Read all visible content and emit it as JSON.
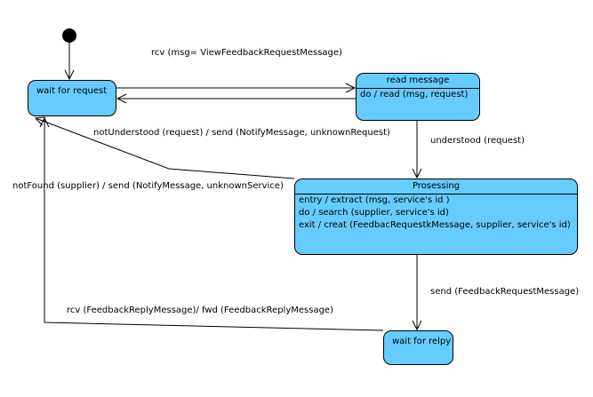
{
  "states": {
    "wait_for_request": {
      "name": "wait for request"
    },
    "read_message": {
      "name": "read message",
      "activities": [
        "do / read (msg, request)"
      ]
    },
    "processing": {
      "name": "Prosessing",
      "activities": [
        "entry / extract (msg, service's id )",
        "do / search (supplier, service's id)",
        "exit / creat (FeedbacRequestkMessage, supplier, service's id)"
      ]
    },
    "wait_for_reply": {
      "name": "wait for relpy"
    }
  },
  "transitions": {
    "rcv_view_feedback": "rcv (msg= ViewFeedbackRequestMessage)",
    "not_understood": "notUnderstood (request) / send (NotifyMessage, unknownRequest)",
    "understood": "understood (request)",
    "not_found": "notFound (supplier) / send (NotifyMessage, unknownService)",
    "send_feedback_request": "send (FeedbackRequestMessage)",
    "rcv_feedback_reply": "rcv (FeedbackReplyMessage)/ fwd (FeedbackReplyMessage)"
  },
  "colors": {
    "state_fill": "#66ccff",
    "line": "#000000"
  }
}
